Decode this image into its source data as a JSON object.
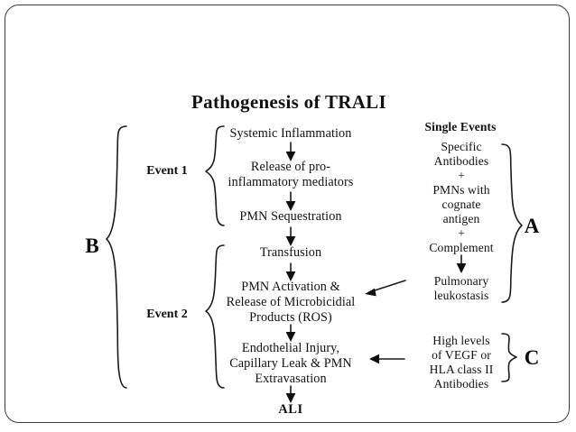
{
  "slide": {
    "title": "Pathogenesis of TRALI",
    "background_color": "#ffffff",
    "border_color": "#3b3b3b",
    "text_color": "#111111"
  },
  "headings": {
    "single_events": "Single Events"
  },
  "flow": {
    "nodes": [
      {
        "id": "systemic-inflammation",
        "label": "Systemic Inflammation"
      },
      {
        "id": "release-mediators",
        "label": "Release of pro-\ninflammatory mediators"
      },
      {
        "id": "pmn-sequestration",
        "label": "PMN Sequestration"
      },
      {
        "id": "transfusion",
        "label": "Transfusion"
      },
      {
        "id": "pmn-activation",
        "label": "PMN Activation &\nRelease of Microbicidial\nProducts (ROS)"
      },
      {
        "id": "endothelial-injury",
        "label": "Endothelial Injury,\nCapillary Leak & PMN\nExtravasation"
      },
      {
        "id": "ali",
        "label": "ALI"
      }
    ]
  },
  "single_events": {
    "nodes": [
      {
        "id": "specific-antibodies",
        "label": "Specific\nAntibodies\n+\nPMNs with\ncognate\nantigen\n+\nComplement"
      },
      {
        "id": "pulmonary-leukostasis",
        "label": "Pulmonary\nleukostasis"
      },
      {
        "id": "vegf-hla",
        "label": "High levels\nof VEGF or\nHLA class II\nAntibodies"
      }
    ]
  },
  "braces": {
    "event1": "Event 1",
    "event2": "Event 2",
    "b": "B",
    "a": "A",
    "c": "C"
  }
}
